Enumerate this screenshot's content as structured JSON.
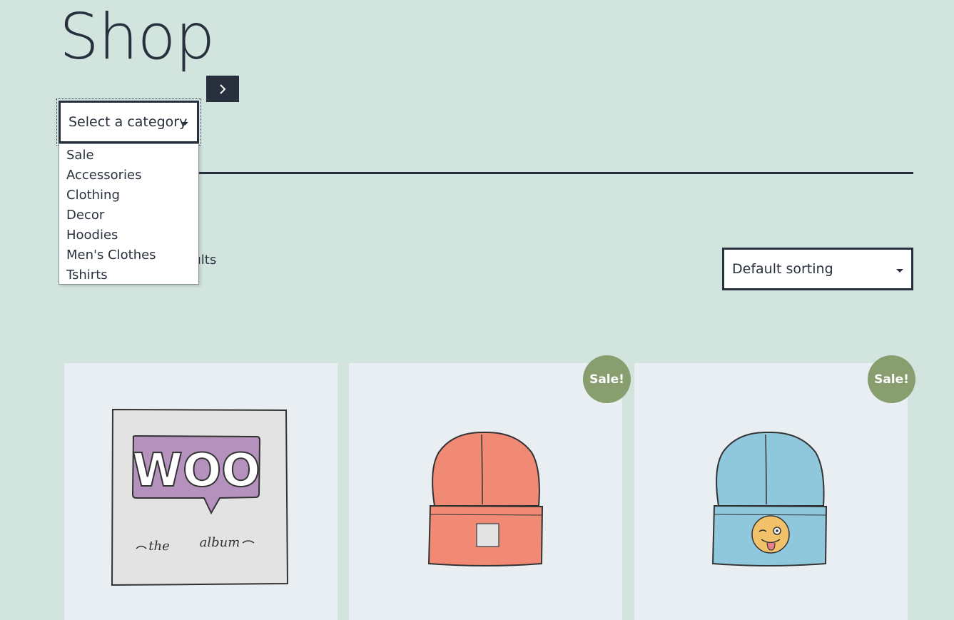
{
  "page": {
    "title": "Shop"
  },
  "category_filter": {
    "selected": "Select a category",
    "options": [
      "Sale",
      "Accessories",
      "Clothing",
      "Decor",
      "Hoodies",
      "Men's Clothes",
      "Tshirts"
    ]
  },
  "results": {
    "count_text_visible": "sults"
  },
  "sorting": {
    "selected": "Default sorting"
  },
  "products": [
    {
      "image": "woo-album-image",
      "album_text": "WOO",
      "album_caption_left": "the",
      "album_caption_right": "album",
      "sale": false
    },
    {
      "image": "orange-beanie-image",
      "sale": true,
      "badge": "Sale!"
    },
    {
      "image": "blue-beanie-image",
      "sale": true,
      "badge": "Sale!"
    }
  ],
  "colors": {
    "background": "#d1e4dd",
    "text": "#28303d",
    "card": "#e8eef1",
    "sale_badge": "#889e6e",
    "album_bubble": "#b592be",
    "orange_beanie": "#f08a74",
    "blue_beanie": "#8fc7dc",
    "emoji_face": "#f2c26b"
  },
  "icons": {
    "go": "chevron-right-icon",
    "dropdown": "caret-down-icon"
  }
}
